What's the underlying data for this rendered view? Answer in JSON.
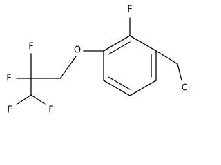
{
  "molecule": {
    "atom_labels": {
      "ring_fluorine": "F",
      "ether_oxygen": "O",
      "chlorine": "Cl",
      "cf2_fluorine_left": "F",
      "cf2_fluorine_right": "F",
      "chf2_fluorine_left": "F",
      "chf2_fluorine_right": "F"
    },
    "colors": {
      "bond": "#000000",
      "label": "#000000",
      "background": "#ffffff"
    }
  }
}
